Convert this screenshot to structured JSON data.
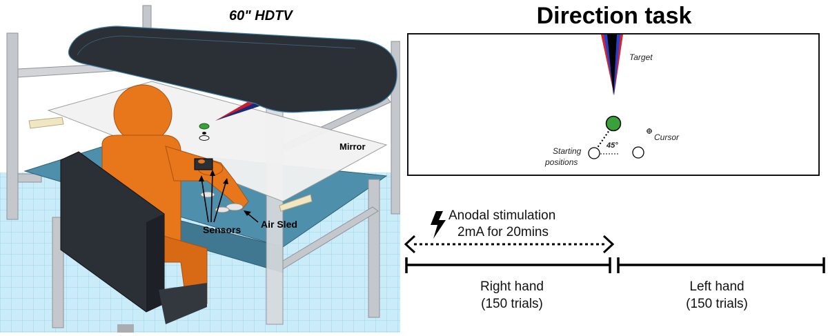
{
  "setup": {
    "tv_label": "60\" HDTV",
    "mirror_label": "Mirror",
    "sensors_label": "Sensors",
    "air_sled_label": "Air Sled"
  },
  "task": {
    "title": "Direction task",
    "target_label": "Target",
    "cursor_label": "Cursor",
    "start_label_line1": "Starting",
    "start_label_line2": "positions",
    "angle_label": "45°"
  },
  "protocol": {
    "stim_line1": "Anodal stimulation",
    "stim_line2": "2mA for 20mins",
    "right_hand": "Right hand",
    "right_trials": "(150 trials)",
    "left_hand": "Left hand",
    "left_trials": "(150 trials)"
  },
  "colors": {
    "person": "#e8771c",
    "tv": "#2b2f36",
    "table": "#4f8fad",
    "target_green": "#3aa03a",
    "grid_floor": "#bfe6f5"
  }
}
